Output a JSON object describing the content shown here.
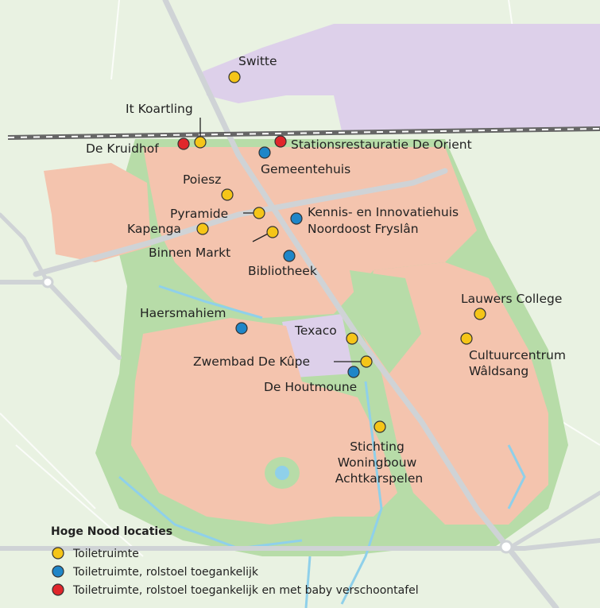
{
  "colors": {
    "background": "#e9f2e2",
    "green_zone": "#b7dca8",
    "urban": "#f4c4ae",
    "industrial": "#ddd0ea",
    "water": "#8fd0ea",
    "road": "#cfd3d6",
    "toilet": "#f5c518",
    "wheelchair": "#1f86c8",
    "baby": "#e0262b"
  },
  "legend": {
    "title": "Hoge Nood locaties",
    "items": [
      {
        "label": "Toiletruimte",
        "type": "toilet"
      },
      {
        "label": "Toiletruimte, rolstoel toegankelijk",
        "type": "wheelchair"
      },
      {
        "label": "Toiletruimte, rolstoel toegankelijk en met baby verschoontafel",
        "type": "baby"
      }
    ]
  },
  "locations": [
    {
      "name": "Switte",
      "type": "toilet"
    },
    {
      "name": "It Koartling",
      "type": "toilet"
    },
    {
      "name": "De Kruidhof",
      "type": "baby"
    },
    {
      "name": "Stationsrestauratie De Orient",
      "type": "baby"
    },
    {
      "name": "Gemeentehuis",
      "type": "wheelchair"
    },
    {
      "name": "Poiesz",
      "type": "toilet"
    },
    {
      "name": "Pyramide",
      "type": "toilet"
    },
    {
      "name": "Kennis- en Innovatiehuis Noordoost Fryslân",
      "type": "wheelchair"
    },
    {
      "name": "Kapenga",
      "type": "toilet"
    },
    {
      "name": "Binnen Markt",
      "type": "toilet"
    },
    {
      "name": "Bibliotheek",
      "type": "wheelchair"
    },
    {
      "name": "Lauwers College",
      "type": "toilet"
    },
    {
      "name": "Haersmahiem",
      "type": "wheelchair"
    },
    {
      "name": "Texaco",
      "type": "toilet"
    },
    {
      "name": "Cultuurcentrum Wâldsang",
      "type": "toilet"
    },
    {
      "name": "Zwembad De Kûpe",
      "type": "toilet"
    },
    {
      "name": "De Houtmoune",
      "type": "wheelchair"
    },
    {
      "name": "Stichting Woningbouw Achtkarspelen",
      "type": "toilet"
    }
  ]
}
